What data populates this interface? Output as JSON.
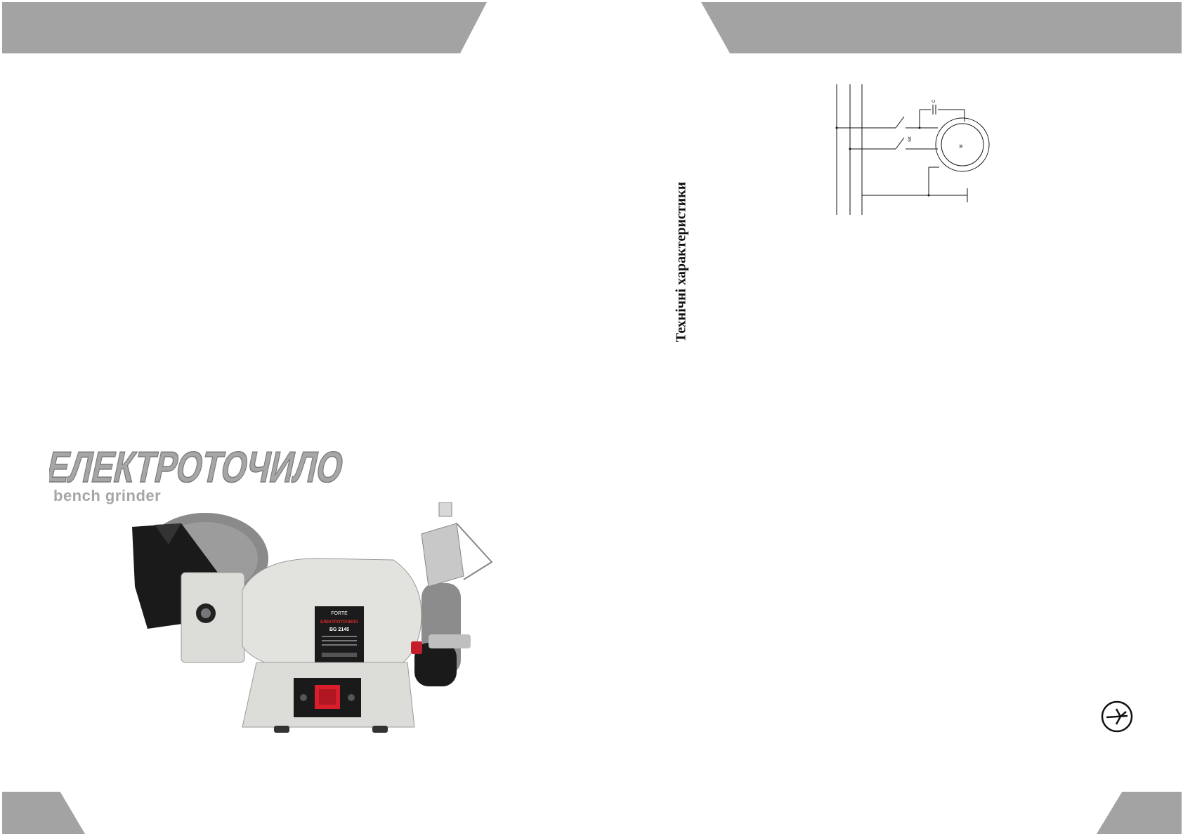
{
  "page_left": {
    "product_title": "ЕЛЕКТРОТОЧИЛО",
    "product_subtitle": "bench grinder",
    "grinder_label": {
      "brand": "FORTE",
      "name": "ЕЛЕКТРОТОЧИЛО",
      "model": "BG 2145"
    }
  },
  "page_right": {
    "section_heading": "Технічні характеристики",
    "diagram_labels": {
      "capacitor": "C",
      "switch": "SK",
      "motor": "M"
    }
  },
  "colors": {
    "band_gray": "#a3a3a3",
    "title_gray": "#a6a6a6",
    "grinder_body": "#dcdcd8",
    "switch_red": "#d81e2a"
  }
}
